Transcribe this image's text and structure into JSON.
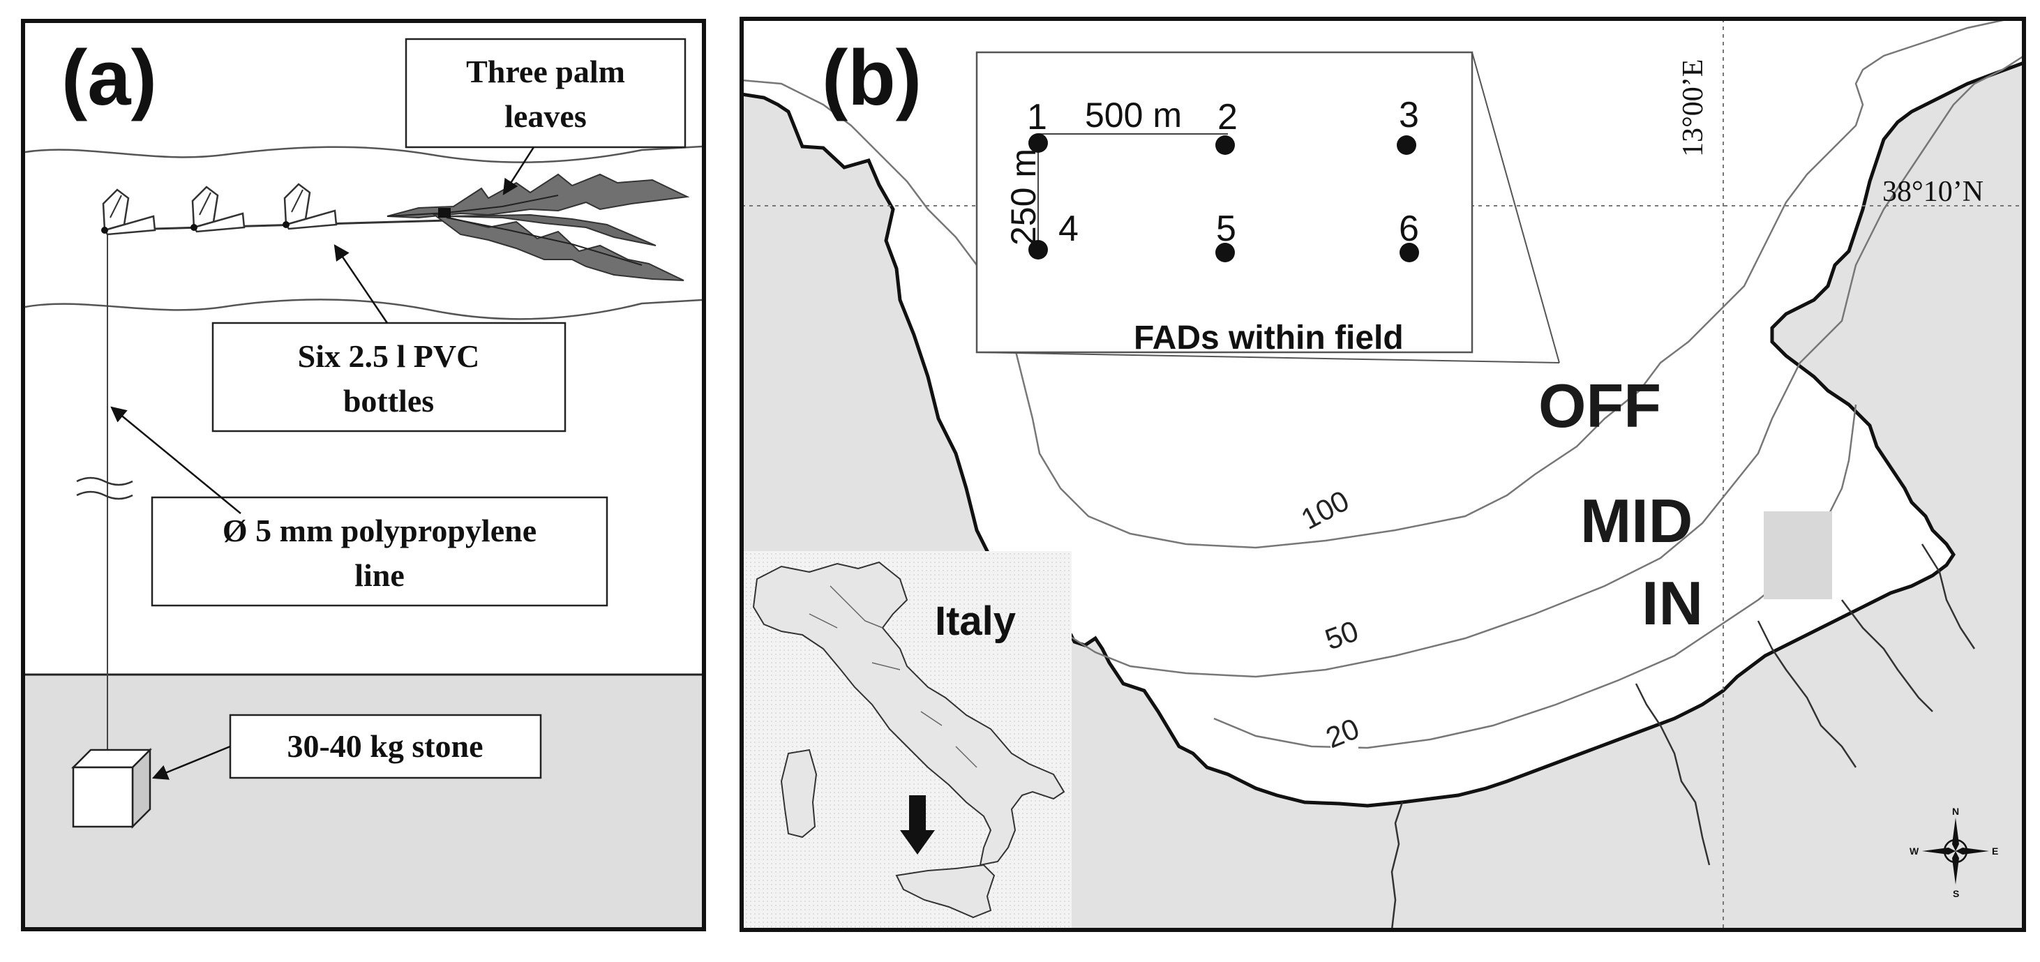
{
  "panel_a": {
    "letter": "(a)",
    "labels": {
      "palm_line1": "Three palm",
      "palm_line2": "leaves",
      "bottles_line1": "Six 2.5 l PVC",
      "bottles_line2": "bottles",
      "line_line1": "Ø 5 mm polypropylene",
      "line_line2": "line",
      "stone": "30-40 kg stone"
    }
  },
  "panel_b": {
    "letter": "(b)",
    "coords": {
      "longitude": "13°00’E",
      "latitude": "38°10’N"
    },
    "zones": [
      "OFF",
      "MID",
      "IN"
    ],
    "contours": [
      "100",
      "50",
      "20"
    ],
    "inset_field": {
      "caption": "FADs within field",
      "fad_numbers": [
        "1",
        "2",
        "3",
        "4",
        "5",
        "6"
      ],
      "spacing_horizontal": "500 m",
      "spacing_vertical": "250 m"
    },
    "country_label": "Italy",
    "compass": {
      "n": "N",
      "s": "S",
      "e": "E",
      "w": "W"
    }
  },
  "colors": {
    "land": "#e2e2e2",
    "seafloor": "#dedede",
    "palm": "#707070",
    "frame": "#111111"
  }
}
